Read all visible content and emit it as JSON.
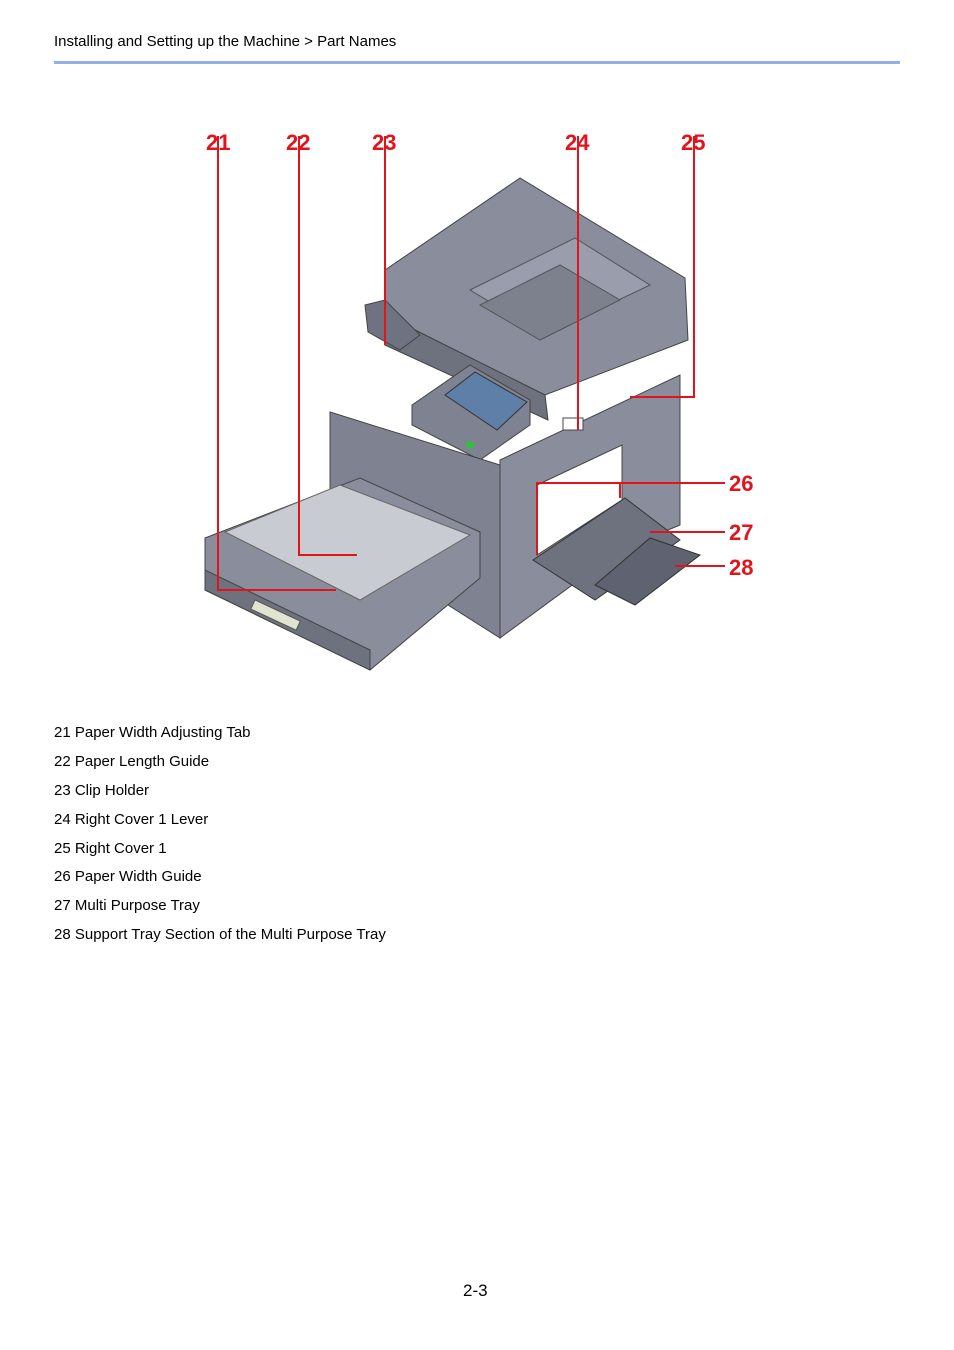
{
  "header": {
    "breadcrumb": "Installing and Setting up the Machine > Part Names"
  },
  "figure": {
    "callouts": [
      "21",
      "22",
      "23",
      "24",
      "25",
      "26",
      "27",
      "28"
    ]
  },
  "legend": [
    {
      "text": "21 Paper Width Adjusting Tab"
    },
    {
      "text": "22 Paper Length Guide"
    },
    {
      "text": "23 Clip Holder"
    },
    {
      "text": "24 Right Cover 1 Lever"
    },
    {
      "text": "25 Right Cover 1"
    },
    {
      "text": "26 Paper Width Guide"
    },
    {
      "text": "27 Multi Purpose Tray"
    },
    {
      "text": "28 Support Tray Section of the Multi Purpose Tray"
    }
  ],
  "footer": {
    "page_number": "2-3"
  },
  "colors": {
    "callout": "#e3131b",
    "header_rule": "#8fb0e8",
    "machine_body": "#7f8290"
  }
}
